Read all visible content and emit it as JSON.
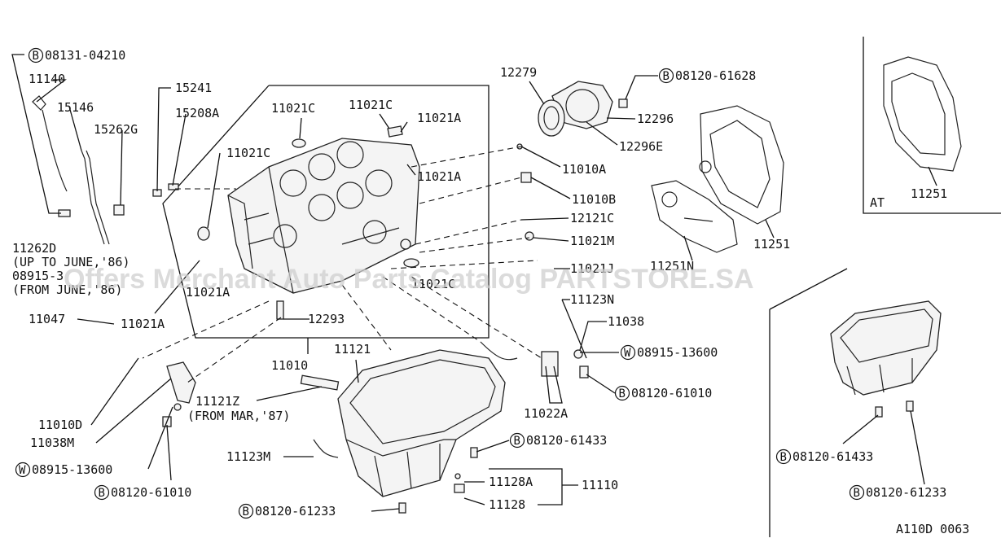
{
  "watermark": "Offers Merchant Auto Parts Catalog PARTSTORE.SA",
  "diagram_code": "A110D 0063",
  "at_label": "AT",
  "bolt_prefix": "B",
  "washer_prefix": "W",
  "labels": {
    "l_08131": "08131-04210",
    "l_11140": "11140",
    "l_15146": "15146",
    "l_15262G": "15262G",
    "l_15241": "15241",
    "l_15208A": "15208A",
    "l_11021C_1": "11021C",
    "l_11021C_2": "11021C",
    "l_11021A_1": "11021A",
    "l_11021C_3": "11021C",
    "l_11021A_2": "11021A",
    "l_12279": "12279",
    "l_08120_61628": "08120-61628",
    "l_12296": "12296",
    "l_12296E": "12296E",
    "l_11010A": "11010A",
    "l_11010B": "11010B",
    "l_12121C": "12121C",
    "l_11021M": "11021M",
    "l_11251_main": "11251",
    "l_11251N": "11251N",
    "l_11251_at": "11251",
    "l_11262D": "11262D",
    "l_up_to_june": "(UP TO JUNE,'86)",
    "l_08915_3": "08915-3",
    "l_from_june": "(FROM JUNE,'86)",
    "l_11021A_3": "11021A",
    "l_11021C_4": "11021C",
    "l_11021J": "11021J",
    "l_11047": "11047",
    "l_11021A_4": "11021A",
    "l_12293": "12293",
    "l_11123N": "11123N",
    "l_11038_r": "11038",
    "l_08915_13600_r": "08915-13600",
    "l_11010": "11010",
    "l_11121": "11121",
    "l_08120_61010_r": "08120-61010",
    "l_11022A": "11022A",
    "l_11121Z": "11121Z",
    "l_from_mar": "(FROM MAR,'87)",
    "l_11010D": "11010D",
    "l_11038M": "11038M",
    "l_08915_13600_l": "08915-13600",
    "l_08120_61010_l": "08120-61010",
    "l_11123M": "11123M",
    "l_08120_61433_c": "08120-61433",
    "l_11128A": "11128A",
    "l_11110": "11110",
    "l_11128": "11128",
    "l_08120_61233_c": "08120-61233",
    "l_08120_61433_r": "08120-61433",
    "l_08120_61233_r": "08120-61233"
  }
}
